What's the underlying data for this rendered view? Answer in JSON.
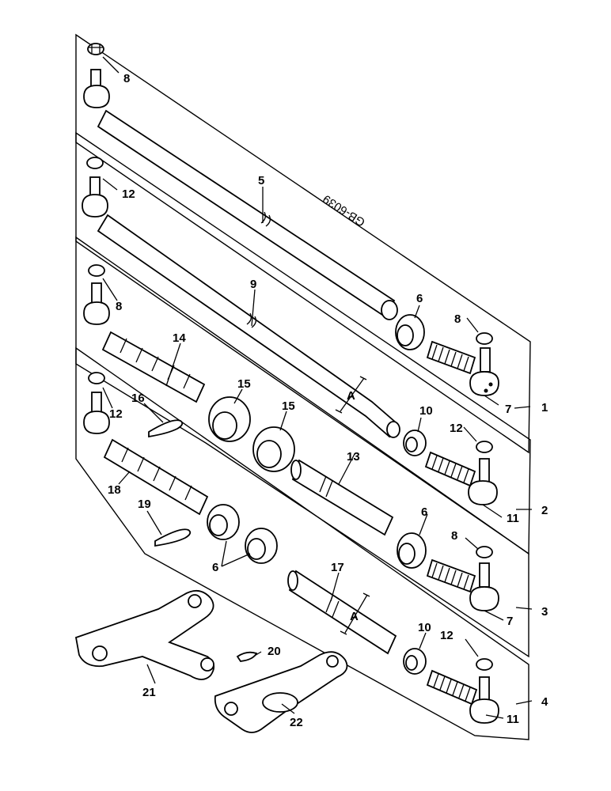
{
  "drawing_code": "GB-6039",
  "dimension_label": "A",
  "assembly_numbers": [
    "1",
    "2",
    "3",
    "4"
  ],
  "callouts": {
    "c5": "5",
    "c6a": "6",
    "c6b": "6",
    "c6c": "6",
    "c7a": "7",
    "c7b": "7",
    "c8a": "8",
    "c8b": "8",
    "c8c": "8",
    "c8d": "8",
    "c9": "9",
    "c10a": "10",
    "c10b": "10",
    "c11a": "11",
    "c11b": "11",
    "c12a": "12",
    "c12b": "12",
    "c12c": "12",
    "c12d": "12",
    "c13": "13",
    "c14": "14",
    "c15a": "15",
    "c15b": "15",
    "c16": "16",
    "c17": "17",
    "c18": "18",
    "c19": "19",
    "c20": "20",
    "c21": "21",
    "c22": "22"
  }
}
